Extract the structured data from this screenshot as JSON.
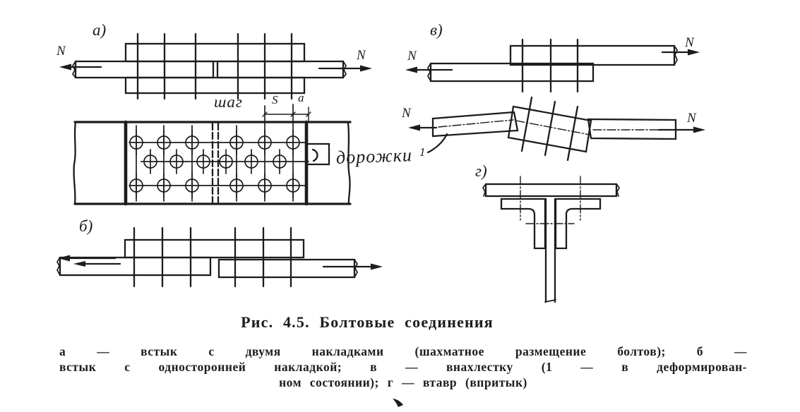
{
  "figure": {
    "part_labels": {
      "a": "а)",
      "b": "б)",
      "v": "в)",
      "g": "г)"
    },
    "force_label": "N",
    "annotations": {
      "pitch": "шаг",
      "spacing": "S",
      "edge": "а",
      "handwritten_rows": "дорожки",
      "deformed_ref": "1"
    }
  },
  "caption": {
    "title": "Рис. 4.5. Болтовые соединения",
    "legend": {
      "line1": "а — встык с двумя накладками (шахматное размещение болтов); б —",
      "line2": "встык с односторонней накладкой; в — внахлестку (1 — в деформирован-",
      "line3": "ном состоянии); г — втавр (впритык)"
    }
  },
  "colors": {
    "ink": "#1c1c1c",
    "paper": "#ffffff"
  }
}
